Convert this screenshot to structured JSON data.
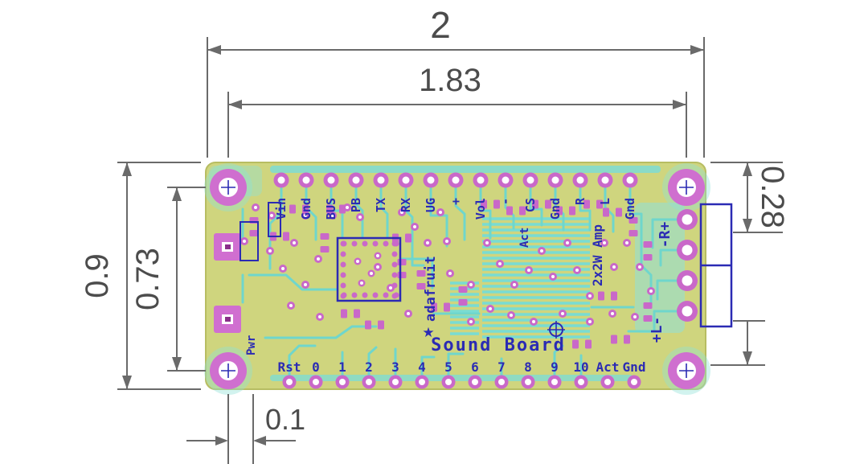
{
  "drawing": {
    "dims": {
      "overall_width_in": "2",
      "hole_span_width_in": "1.83",
      "overall_height_in": "0.9",
      "hole_span_height_in": "0.73",
      "terminal_offset_in": "0.28",
      "hole_inset_in": "0.1"
    }
  },
  "board": {
    "name": "Sound Board",
    "brand": "adafruit",
    "star_icon": "★",
    "amp_label": "2x2W Amp",
    "act_label": "Act",
    "pwr_label": "Pwr",
    "top_pins": [
      "Vin",
      "Gnd",
      "BUS",
      "PB",
      "TX",
      "RX",
      "UG",
      "+",
      "Vol",
      "-",
      "CS",
      "Gnd",
      "R",
      "L",
      "Gnd"
    ],
    "bottom_pins": [
      "Rst",
      "0",
      "1",
      "2",
      "3",
      "4",
      "5",
      "6",
      "7",
      "8",
      "9",
      "10",
      "Act",
      "Gnd"
    ],
    "terminal": {
      "right_channel": "-R+",
      "left_channel": "+L-"
    }
  },
  "colors": {
    "board_substrate": "#cfd57e",
    "copper_trace": "#6fd6cc",
    "pad_magenta": "#c968c9",
    "silkscreen_blue": "#2b2bb4",
    "dimension_gray": "#6a6a6a"
  }
}
